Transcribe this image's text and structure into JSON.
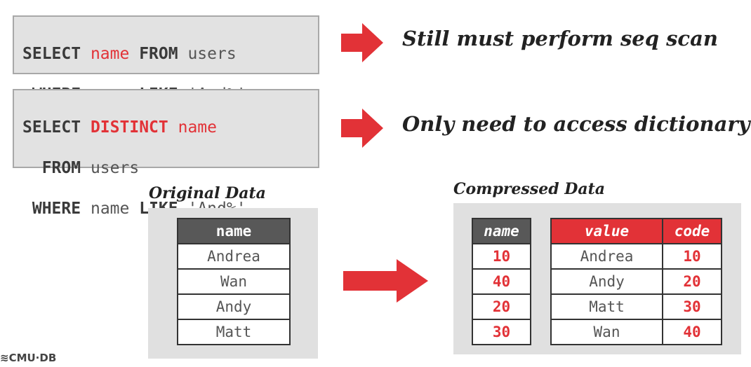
{
  "query1": {
    "line1": {
      "select": "SELECT",
      "col": "name",
      "from": "FROM",
      "table": "users"
    },
    "line2": {
      "where": "WHERE",
      "col": "name",
      "like": "LIKE",
      "pattern": "'And%'"
    }
  },
  "query2": {
    "line1": {
      "select": "SELECT",
      "distinct": "DISTINCT",
      "col": "name"
    },
    "line2": {
      "from": "FROM",
      "table": "users"
    },
    "line3": {
      "where": "WHERE",
      "col": "name",
      "like": "LIKE",
      "pattern": "'And%'"
    }
  },
  "statements": {
    "first": "Still must perform seq scan",
    "second": "Only need to access dictionary"
  },
  "original": {
    "caption": "Original Data",
    "header": "name",
    "rows": [
      "Andrea",
      "Wan",
      "Andy",
      "Matt"
    ]
  },
  "compressed": {
    "caption": "Compressed Data",
    "codes_header": "name",
    "codes": [
      "10",
      "40",
      "20",
      "30"
    ],
    "dict_value_header": "value",
    "dict_code_header": "code",
    "dict_values": [
      "Andrea",
      "Andy",
      "Matt",
      "Wan"
    ],
    "dict_codes": [
      "10",
      "20",
      "30",
      "40"
    ]
  },
  "logo": "≋CMU·DB",
  "colors": {
    "accent": "#e23237",
    "header_dark": "#585858",
    "box_bg": "#e2e2e2"
  }
}
